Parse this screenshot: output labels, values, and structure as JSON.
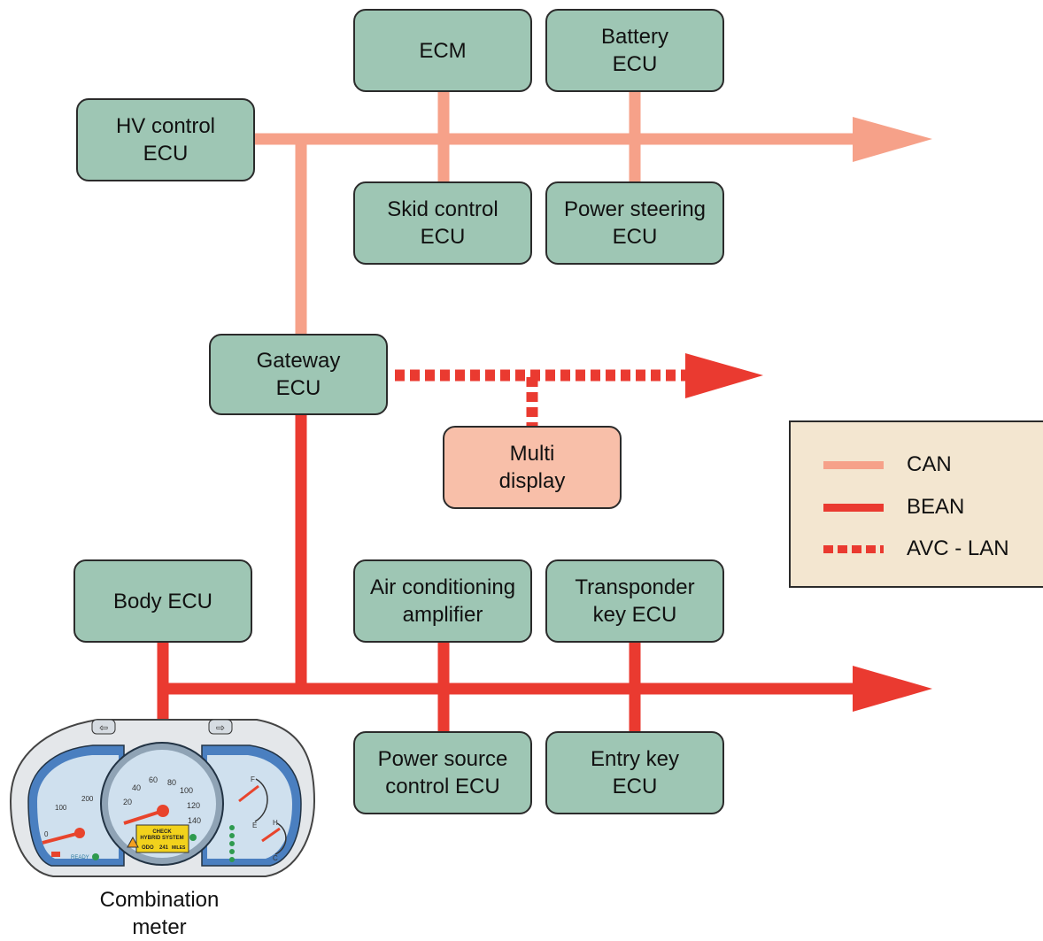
{
  "colors": {
    "can": "#f6a189",
    "bean": "#ea3a30",
    "ecu_fill": "#9ec6b4",
    "display_fill": "#f8bfa9",
    "legend_fill": "#f3e6d0",
    "meter_blue": "#4a7fc0",
    "meter_face": "#cfe0ee",
    "meter_needle": "#e8442c",
    "meter_screen": "#f2d21c"
  },
  "nodes": {
    "ecm": "ECM",
    "battery_ecu": "Battery\nECU",
    "hv_control_ecu": "HV control\nECU",
    "skid_control_ecu": "Skid control\nECU",
    "power_steering_ecu": "Power steering\nECU",
    "gateway_ecu": "Gateway\nECU",
    "multi_display": "Multi\ndisplay",
    "body_ecu": "Body ECU",
    "air_conditioning_amplifier": "Air conditioning\namplifier",
    "transponder_key_ecu": "Transponder\nkey ECU",
    "power_source_control_ecu": "Power source\ncontrol ECU",
    "entry_key_ecu": "Entry key\nECU"
  },
  "legend": {
    "can": "CAN",
    "bean": "BEAN",
    "avc_lan": "AVC - LAN"
  },
  "meter": {
    "label": "Combination\nmeter",
    "left_ticks": [
      "0",
      "100",
      "200"
    ],
    "center_ticks": [
      "20",
      "40",
      "60",
      "80",
      "100",
      "120",
      "140"
    ],
    "screen_line1": "CHECK",
    "screen_line2": "HYBRID SYSTEM",
    "odo": "ODO",
    "odo_value": "241",
    "odo_unit": "MILES",
    "ready": "READY",
    "fuel_full": "F",
    "fuel_empty": "E",
    "temp_hot": "H",
    "temp_cold": "C"
  }
}
